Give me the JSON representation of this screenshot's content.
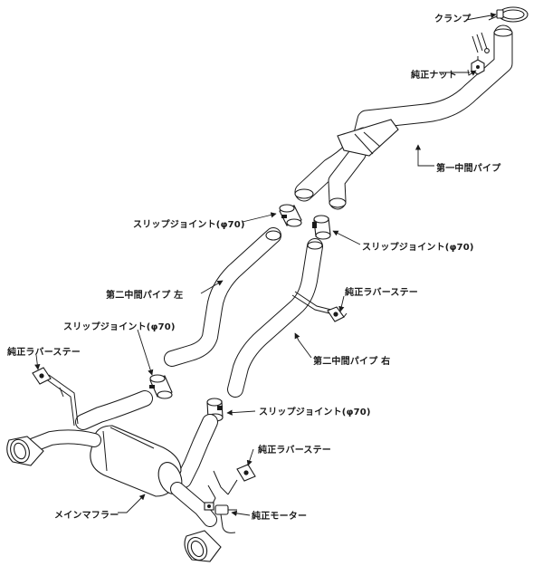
{
  "labels": {
    "clamp": "クランプ",
    "oem_nut": "純正ナット",
    "first_mid_pipe": "第一中間パイプ",
    "slip_joint_1": "スリップジョイント(φ70)",
    "slip_joint_2": "スリップジョイント(φ70)",
    "second_mid_pipe_left": "第二中間パイプ 左",
    "oem_rubber_stay_1": "純正ラバーステー",
    "slip_joint_3": "スリップジョイント(φ70)",
    "second_mid_pipe_right": "第二中間パイプ 右",
    "oem_rubber_stay_2": "純正ラバーステー",
    "slip_joint_4": "スリップジョイント(φ70)",
    "oem_rubber_stay_3": "純正ラバーステー",
    "main_muffler": "メインマフラー",
    "oem_motor": "純正モーター"
  }
}
